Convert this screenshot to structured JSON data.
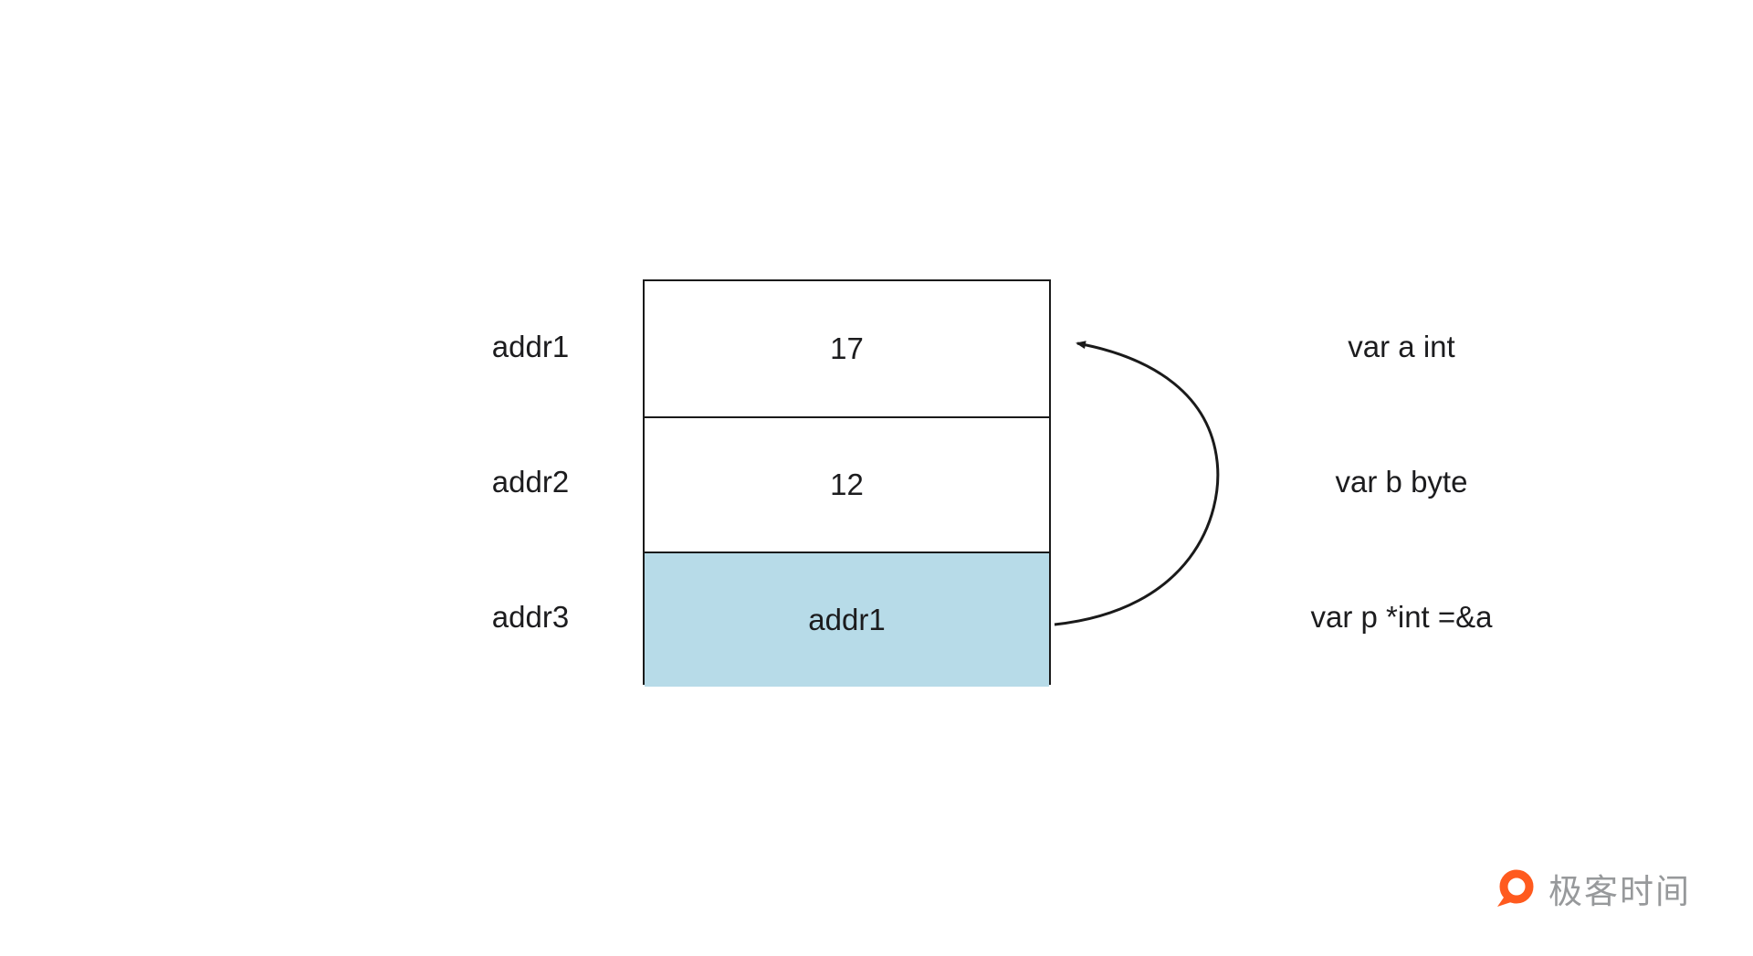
{
  "diagram": {
    "rows": [
      {
        "address": "addr1",
        "value": "17",
        "annotation": "var a int"
      },
      {
        "address": "addr2",
        "value": "12",
        "annotation": "var b byte"
      },
      {
        "address": "addr3",
        "value": "addr1",
        "annotation": "var p *int =&a"
      }
    ],
    "pointer": {
      "from_row": "addr3",
      "to_row": "addr1",
      "meaning": "pointer cell stores addr1, arrow points back to the addr1 cell"
    },
    "colors": {
      "highlight_fill": "#b7dbe8",
      "border": "#1a1a1a",
      "arrow": "#1a1a1a",
      "text": "#1c1c1e"
    }
  },
  "branding": {
    "logo_text": "极客时间",
    "logo_color": "#ff5a1e",
    "logo_text_color": "#97999b"
  }
}
